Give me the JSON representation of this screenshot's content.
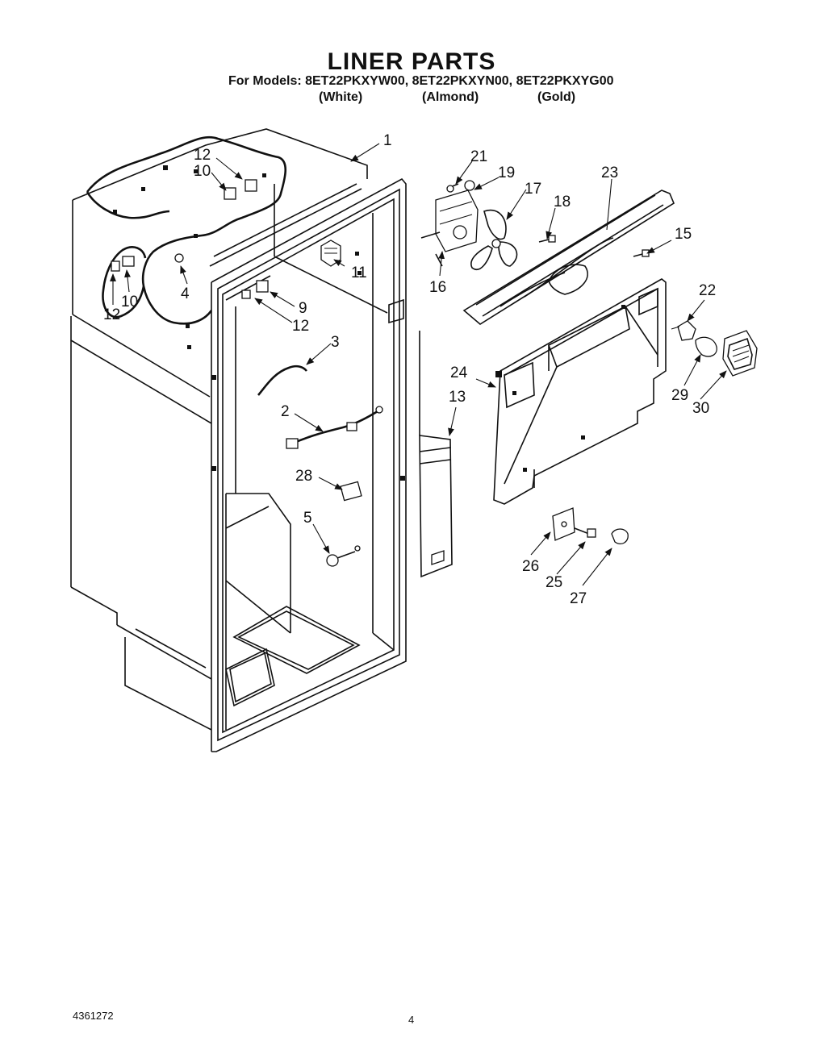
{
  "header": {
    "title": "LINER PARTS",
    "models": "For Models: 8ET22PKXYW00, 8ET22PKXYN00, 8ET22PKXYG00",
    "variants": [
      "(White)",
      "(Almond)",
      "(Gold)"
    ]
  },
  "footer": {
    "doc_number": "4361272",
    "page_number": "4"
  },
  "callouts": {
    "c1": "1",
    "c12a": "12",
    "c10a": "10",
    "c4": "4",
    "c12b": "12",
    "c10b": "10",
    "c11": "11",
    "c9": "9",
    "c12c": "12",
    "c3": "3",
    "c2": "2",
    "c28": "28",
    "c5": "5",
    "c13": "13",
    "c21": "21",
    "c19": "19",
    "c17": "17",
    "c18": "18",
    "c23": "23",
    "c15": "15",
    "c16": "16",
    "c22": "22",
    "c24": "24",
    "c29": "29",
    "c30": "30",
    "c26": "26",
    "c25": "25",
    "c27": "27"
  },
  "colors": {
    "ink": "#111111",
    "paper": "#ffffff"
  }
}
